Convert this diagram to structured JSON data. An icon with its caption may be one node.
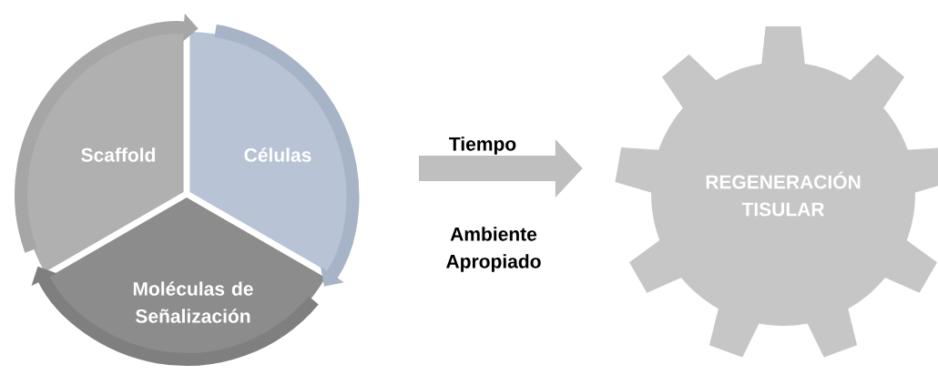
{
  "diagram": {
    "nodes": [
      {
        "text": [
          "Scaffold"
        ]
      },
      {
        "text": [
          "Células"
        ]
      },
      {
        "text": [
          "Moléculas de Señalización"
        ]
      },
      {
        "text": [
          "REGENERACIÓN TISULAR"
        ]
      }
    ],
    "edges": [
      {
        "from": 0,
        "to": 1,
        "arrow": "to",
        "color": "#a6a6a6"
      },
      {
        "from": 1,
        "to": 2,
        "arrow": "to",
        "color": "#a7b3c6"
      },
      {
        "from": 2,
        "to": 0,
        "arrow": "to",
        "color": "#7f7f7f"
      },
      {
        "from": null,
        "to": 3,
        "arrow": "to",
        "style": "thick",
        "color": "#bfbfbf"
      }
    ],
    "labels": [
      "Tiempo",
      "Ambiente Apropiado"
    ]
  }
}
